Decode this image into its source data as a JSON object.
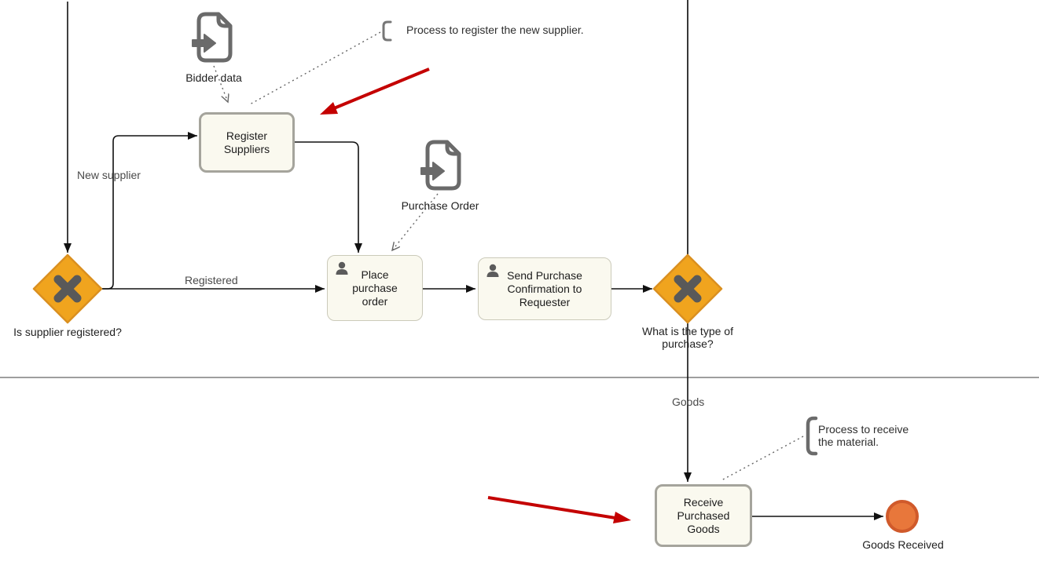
{
  "diagram_type": "BPMN purchasing process",
  "tasks": [
    {
      "label": "Register\nSuppliers",
      "highlighted": true
    },
    {
      "label": "Place\npurchase\norder",
      "icon": "user",
      "highlighted": false
    },
    {
      "label": "Send Purchase\nConfirmation to\nRequester",
      "icon": "user",
      "highlighted": false
    },
    {
      "label": "Receive\nPurchased\nGoods",
      "highlighted": true
    }
  ],
  "gateways": [
    {
      "type": "exclusive-xor",
      "label": "Is supplier registered?"
    },
    {
      "type": "exclusive-xor",
      "label": "What is the type of\npurchase?"
    }
  ],
  "events": [
    {
      "type": "end",
      "label": "Goods Received"
    }
  ],
  "data_objects": [
    {
      "label": "Bidder data"
    },
    {
      "label": "Purchase Order"
    }
  ],
  "annotations": [
    {
      "text": "Process to register the new supplier."
    },
    {
      "text": "Process to receive\nthe material."
    }
  ],
  "flow_labels": [
    {
      "text": "New supplier"
    },
    {
      "text": "Registered"
    },
    {
      "text": "Goods"
    }
  ],
  "colors": {
    "gateway_fill": "#F0A41E",
    "gateway_stroke": "#DA9020",
    "gateway_x": "#595959",
    "task_fill": "#FAF9EF",
    "task_stroke": "#CBCABA",
    "task_stroke_highlight": "#A5A49C",
    "end_event_fill": "#E8773B",
    "end_event_stroke": "#D05A2B",
    "icon_gray": "#6A6A6A",
    "red_arrow": "#C40000",
    "flow_line": "#111111",
    "lane_line": "#909090"
  }
}
